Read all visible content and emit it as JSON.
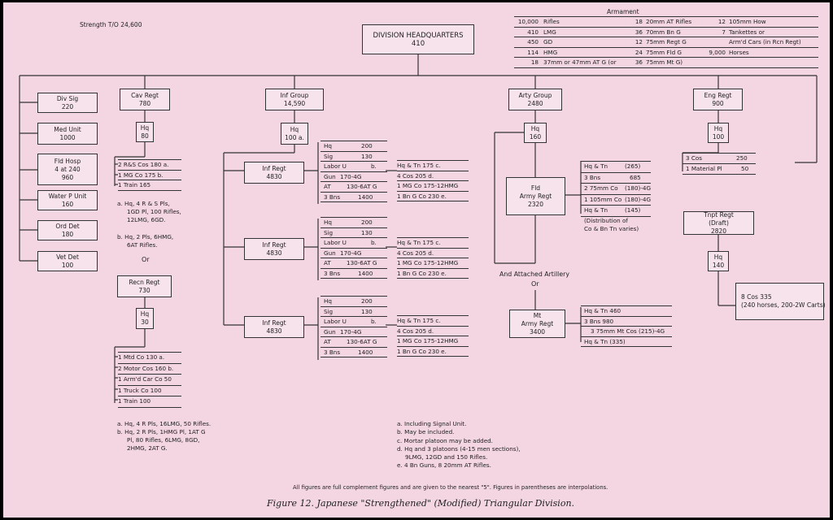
{
  "strength": "Strength T/O 24,600",
  "armament": {
    "title": "Armament",
    "rows": [
      [
        "10,000",
        "Rifles",
        "18",
        "20mm AT Rifles",
        "12",
        "105mm How"
      ],
      [
        "410",
        "LMG",
        "36",
        "70mm Bn G",
        "7",
        "Tankettes or"
      ],
      [
        "450",
        "GD",
        "12",
        "75mm Regt G",
        "",
        "Arm'd Cars (in Rcn Regt)"
      ],
      [
        "114",
        "HMG",
        "24",
        "75mm Fld G",
        "9,000",
        "Horses"
      ],
      [
        "18",
        "37mm or 47mm AT G (or",
        "36",
        "75mm Mt G)",
        "",
        ""
      ]
    ]
  },
  "hq": {
    "title": "DIVISION HEADQUARTERS",
    "strength": "410"
  },
  "left_units": [
    {
      "name": "Div Sig",
      "strength": "220"
    },
    {
      "name": "Med Unit",
      "strength": "1000"
    },
    {
      "name": "Fld Hosp",
      "line2": "4 at 240",
      "strength": "960"
    },
    {
      "name": "Water P Unit",
      "strength": "160"
    },
    {
      "name": "Ord Det",
      "strength": "180"
    },
    {
      "name": "Vet Det",
      "strength": "100"
    }
  ],
  "cav": {
    "name": "Cav Regt",
    "strength": "780",
    "hq": {
      "name": "Hq",
      "strength": "80"
    },
    "rows": [
      "2 R&S Cos 180 a.",
      "1 MG Co 175 b.",
      "1 Train    165"
    ],
    "notes_a": [
      "a. Hq, 4 R & S Pls,",
      "1GD Pl, 100 Rifles,",
      "12LMG, 6GD."
    ],
    "notes_b": [
      "b. Hq, 2 Pls, 6HMG,",
      "6AT Rifles."
    ],
    "or": "Or"
  },
  "recn": {
    "name": "Recn Regt",
    "strength": "730",
    "hq": {
      "name": "Hq",
      "strength": "30"
    },
    "rows": [
      "1 Mtd Co   130 a.",
      "2 Motor Cos 160 b.",
      "1 Arm'd Car Co 50",
      "1 Truck Co     100",
      "1 Train       100"
    ],
    "notes": [
      "a. Hq, 4 R Pls, 16LMG, 50 Rifles.",
      "b. Hq, 2 R Pls, 1HMG Pl, 1AT G",
      "Pl, 80 Rifles, 6LMG, 8GD,",
      "2HMG, 2AT G."
    ]
  },
  "inf_group": {
    "name": "Inf Group",
    "strength": "14,590",
    "hq": {
      "name": "Hq",
      "strength": "100 a."
    }
  },
  "inf_regts": [
    {
      "name": "Inf Regt",
      "strength": "4830",
      "left": [
        [
          "Hq",
          "200"
        ],
        [
          "Sig",
          "130"
        ],
        [
          "Labor U",
          "b."
        ],
        [
          "Gun",
          "170-4G"
        ],
        [
          "AT",
          "130-6AT G"
        ],
        [
          "3 Bns",
          "1400"
        ]
      ],
      "right": [
        "Hq & Tn   175 c.",
        "4 Cos      205 d.",
        "1 MG Co 175-12HMG",
        "1 Bn G Co 230 e."
      ]
    },
    {
      "name": "Inf Regt",
      "strength": "4830",
      "left": [
        [
          "Hq",
          "200"
        ],
        [
          "Sig",
          "130"
        ],
        [
          "Labor U",
          "b."
        ],
        [
          "Gun",
          "170-4G"
        ],
        [
          "AT",
          "130-6AT G"
        ],
        [
          "3 Bns",
          "1400"
        ]
      ],
      "right": [
        "Hq & Tn   175 c.",
        "4 Cos      205 d.",
        "1 MG Co 175-12HMG",
        "1 Bn G Co 230 e."
      ]
    },
    {
      "name": "Inf Regt",
      "strength": "4830",
      "left": [
        [
          "Hq",
          "200"
        ],
        [
          "Sig",
          "130"
        ],
        [
          "Labor U",
          "b."
        ],
        [
          "Gun",
          "170-4G"
        ],
        [
          "AT",
          "130-6AT G"
        ],
        [
          "3 Bns",
          "1400"
        ]
      ],
      "right": [
        "Hq & Tn   175 c.",
        "4 Cos      205 d.",
        "1 MG Co 175-12HMG",
        "1 Bn G Co 230 e."
      ]
    }
  ],
  "arty": {
    "name": "Arty Group",
    "strength": "2480",
    "hq": {
      "name": "Hq",
      "strength": "160"
    },
    "fld": {
      "name": "Fld",
      "line2": "Army Regt",
      "strength": "2320"
    },
    "fld_rows": [
      [
        "Hq & Tn",
        "(265)"
      ],
      [
        "3 Bns",
        "685"
      ],
      [
        "2 75mm Co",
        "(180)-4G"
      ],
      [
        "1 105mm Co",
        "(180)-4G"
      ],
      [
        "Hq & Tn",
        "(145)"
      ]
    ],
    "fld_note": [
      "(Distribution of",
      "Co & Bn Tn varies)"
    ],
    "attached": "And Attached Artillery",
    "or": "Or",
    "mt": {
      "name": "Mt",
      "line2": "Army Regt",
      "strength": "3400"
    },
    "mt_rows": [
      "Hq & Tn   460",
      "3 Bns      980",
      "3 75mm Mt Cos (215)-4G",
      "Hq & Tn  (335)"
    ]
  },
  "eng": {
    "name": "Eng Regt",
    "strength": "900",
    "hq": {
      "name": "Hq",
      "strength": "100"
    },
    "rows": [
      [
        "3 Cos",
        "250"
      ],
      [
        "1 Material Pl",
        "50"
      ]
    ]
  },
  "tnpt": {
    "name": "Tnpt Regt",
    "line2": "(Draft)",
    "strength": "2820",
    "hq": {
      "name": "Hq",
      "strength": "140"
    },
    "cos": [
      "8 Cos 335",
      "(240 horses, 200-2W Carts)"
    ]
  },
  "footnotes": [
    "a. Including Signal Unit.",
    "b. May be included.",
    "c. Mortar platoon may be added.",
    "d. Hq and 3 platoons (4-15 men sections),",
    "9LMG, 12GD and 150 Rifles.",
    "e. 4 Bn Guns, 8 20mm AT Rifles."
  ],
  "bottom_note": "All figures are full complement figures and are given to the nearest \"5\".   Figures in parentheses are interpolations.",
  "caption": "Figure 12.  Japanese \"Strengthened\" (Modified) Triangular Division."
}
